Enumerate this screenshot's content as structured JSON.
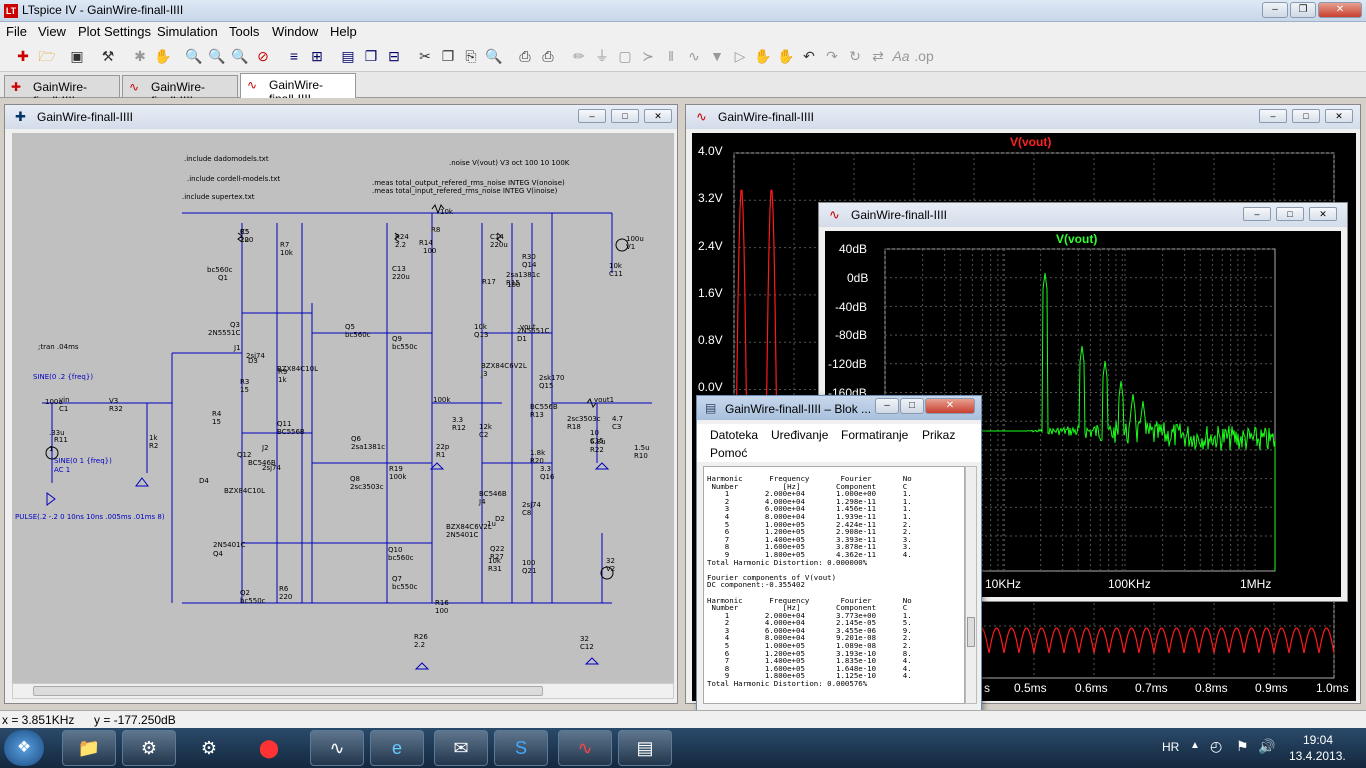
{
  "app": {
    "title": "LTspice IV - GainWire-finall-IIII",
    "logo": "LT"
  },
  "menu": [
    "File",
    "View",
    "Plot Settings",
    "Simulation",
    "Tools",
    "Window",
    "Help"
  ],
  "toolbar_icons": [
    "new-schematic-icon",
    "open-icon",
    "save-icon",
    "hammer-icon",
    "run-icon",
    "hand-icon",
    "zoom-in-icon",
    "zoom-area-icon",
    "zoom-out-icon",
    "zoom-cancel-icon",
    "autorange-icon",
    "fft-icon",
    "tile-icon",
    "cascade-icon",
    "close-all-icon",
    "cut-icon",
    "copy-icon",
    "paste-icon",
    "find-icon",
    "print-setup-icon",
    "print-icon",
    "wire-icon",
    "ground-icon",
    "label-icon",
    "resistor-icon",
    "capacitor-icon",
    "inductor-icon",
    "diode-icon",
    "component-icon",
    "move-icon",
    "drag-icon",
    "undo-icon",
    "redo-icon",
    "rotate-icon",
    "mirror-icon",
    "text-icon",
    "spice-directive-icon"
  ],
  "tabs": [
    {
      "label": "GainWire-finall-IIII",
      "icon": "schematic-icon"
    },
    {
      "label": "GainWire-finall-IIII",
      "icon": "waveform-icon"
    },
    {
      "label": "GainWire-finall-IIII",
      "icon": "waveform-icon"
    }
  ],
  "schematic_window": {
    "title": "GainWire-finall-IIII",
    "directives": [
      ".include dadomodels.txt",
      ".include cordell-models.txt",
      ".include supertex.txt",
      ".noise V(vout) V3 oct 100 10 100K",
      ".meas total_output_refered_rms_noise INTEG V(onoise)",
      ".meas total_input_refered_rms_noise INTEG V(inoise)",
      ";tran .04ms"
    ],
    "sources": [
      "SINE(0 .2 {freq})",
      "SINE(0 1 {freq})",
      "AC 1",
      "PULSE(.2 -.2 0 10ns 10ns .005ms .01ms 8)"
    ],
    "parts": [
      "R5",
      "220",
      "R7",
      "10k",
      "bc560c",
      "Q1",
      "Q3",
      "2N5551C",
      "J1",
      "2sj74",
      "D3",
      "BZX84C10L",
      "R3",
      "15",
      "R4",
      "15",
      "R9",
      "1k",
      "Q11",
      "BC556B",
      "Q12",
      "BC546B",
      "J2",
      "2sj74",
      "D4",
      "BZX84C10L",
      "2N5401C",
      "Q4",
      "Q2",
      "bc550c",
      "R6",
      "220",
      "R8",
      "10k",
      "R24",
      "2.2",
      "R14",
      "100",
      "C13",
      "220u",
      "Q5",
      "bc560c",
      "Q9",
      "bc550c",
      "Q6",
      "2sa1381c",
      "R19",
      "100k",
      "Q8",
      "2sc3503c",
      "Q10",
      "bc560c",
      "Q7",
      "bc550c",
      "R16",
      "100",
      "R26",
      "2.2",
      "C14",
      "220u",
      "R17",
      "100",
      "R30",
      "Q14",
      "2sa1381c",
      "R15",
      "10k",
      "Q13",
      "2N5551C",
      "D1",
      "BZX84C6V2L",
      "J3",
      "2sk170",
      "Q15",
      "BC556B",
      "R13",
      "3.3",
      "R12",
      "12k",
      "C2",
      "22p",
      "R1",
      "1.8k",
      "R20",
      "3.3",
      "Q16",
      "BC546B",
      "J4",
      "2sj74",
      "C8",
      "1u",
      "D2",
      "BZX84C6V2L",
      "2N5401C",
      "Q22",
      "R27",
      "10k",
      "R31",
      "100",
      "Q21",
      "2sc3503c",
      "R18",
      "4.7",
      "C3",
      "6.8u",
      "R22",
      "10",
      "C15",
      "1.5u",
      "R10",
      "10k",
      "C11",
      "100u",
      "V1",
      "32",
      "V2",
      "32",
      "C12",
      "100u",
      "vin",
      "C1",
      ".33u",
      "R11",
      "1",
      "V3",
      "R32",
      "1k",
      "R2",
      "100k",
      "vout1",
      "vout",
      "C5",
      "1u"
    ]
  },
  "wave_window_1": {
    "title": "GainWire-finall-IIII",
    "trace_label": "V(vout)",
    "y_ticks": [
      "4.0V",
      "3.2V",
      "2.4V",
      "1.6V",
      "0.8V",
      "0.0V"
    ],
    "x_ticks": [
      "0.5ms",
      "0.6ms",
      "0.7ms",
      "0.8ms",
      "0.9ms",
      "1.0ms"
    ],
    "x_tick_partial": "s"
  },
  "wave_window_2": {
    "title": "GainWire-finall-IIII",
    "trace_label": "V(vout)",
    "y_ticks": [
      "40dB",
      "0dB",
      "-40dB",
      "-80dB",
      "-120dB",
      "-160dB"
    ],
    "x_ticks": [
      "10KHz",
      "100KHz",
      "1MHz"
    ]
  },
  "notepad": {
    "title": "GainWire-finall-IIII – Blok ...",
    "menu": [
      "Datoteka",
      "Uređivanje",
      "Formatiranje",
      "Prikaz",
      "Pomoć"
    ],
    "text1": "Harmonic      Frequency       Fourier       No\n Number          [Hz]        Component      C\n    1        2.000e+04       1.000e+00      1.\n    2        4.000e+04       1.298e-11      1.\n    3        6.000e+04       1.456e-11      1.\n    4        8.000e+04       1.939e-11      1.\n    5        1.000e+05       2.424e-11      2.\n    6        1.200e+05       2.908e-11      2.\n    7        1.400e+05       3.393e-11      3.\n    8        1.600e+05       3.878e-11      3.\n    9        1.800e+05       4.362e-11      4.\nTotal Harmonic Distortion: 0.000000%\n\nFourier components of V(vout)\nDC component:-0.355402\n\nHarmonic      Frequency       Fourier       No\n Number          [Hz]        Component      C\n    1        2.000e+04       3.773e+00      1.\n    2        4.000e+04       2.145e-05      5.\n    3        6.000e+04       3.455e-06      9.\n    4        8.000e+04       9.201e-08      2.\n    5        1.000e+05       1.089e-08      2.\n    6        1.200e+05       3.193e-10      8.\n    7        1.400e+05       1.835e-10      4.\n    8        1.600e+05       1.648e-10      4.\n    9        1.800e+05       1.125e-10      4.\nTotal Harmonic Distortion: 0.000576%"
  },
  "status": {
    "x": "x = 3.851KHz",
    "y": "y = -177.250dB"
  },
  "taskbar": {
    "items": [
      "start-orb-icon",
      "explorer-icon",
      "installer-icon",
      "robot-arm-icon",
      "red-app-icon",
      "oscilloscope-icon",
      "ie-icon",
      "outlook-icon",
      "skype-icon",
      "ltspice-icon",
      "notepad-icon"
    ],
    "lang": "HR",
    "time": "19:04",
    "date": "13.4.2013."
  },
  "colors": {
    "trace1": "#ff1a1a",
    "trace2": "#1aff1a",
    "label1": "#ff2020",
    "label2": "#30ff30",
    "wire": "#0000c0",
    "schematic_bg": "#c0c0c0"
  }
}
